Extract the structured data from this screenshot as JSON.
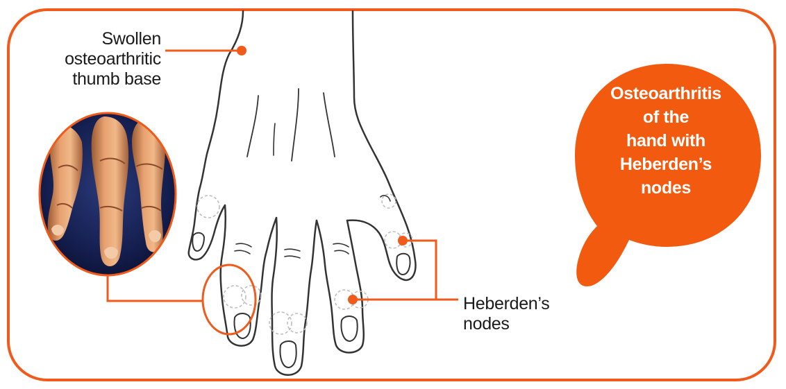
{
  "title_bubble": {
    "lines": [
      "Osteoarthritis",
      "of the",
      "hand with",
      "Heberden’s",
      "nodes"
    ]
  },
  "labels": {
    "thumb_base": {
      "lines": [
        "Swollen",
        "osteoarthritic",
        "thumb base"
      ]
    },
    "heberdens_nodes": {
      "lines": [
        "Heberden’s",
        "nodes"
      ]
    }
  },
  "colors": {
    "accent": "#f05a1a",
    "bubble": "#f25a0f",
    "outline": "#333333",
    "node_dash": "#bdbdbd"
  },
  "icons": {
    "photo": "arthritic-fingers-photo",
    "illustration": "hand-outline-illustration"
  }
}
